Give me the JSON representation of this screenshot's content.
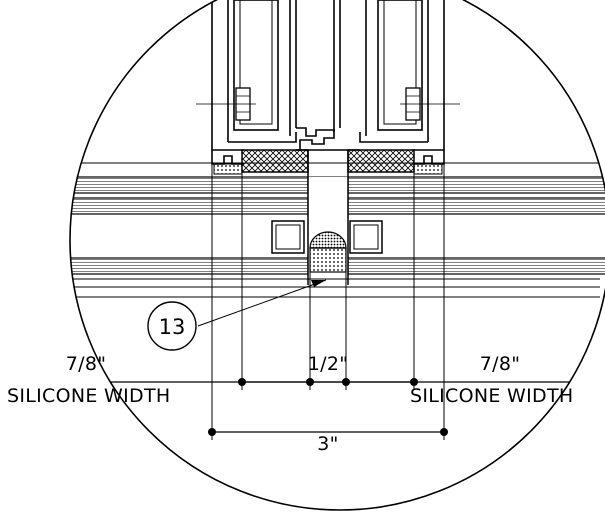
{
  "detail": {
    "callout": "13",
    "dim_left_value": "7/8\"",
    "dim_left_label": "SILICONE WIDTH",
    "dim_center_value": "1/2\"",
    "dim_right_value": "7/8\"",
    "dim_right_label": "SILICONE WIDTH",
    "dim_overall": "3\""
  }
}
